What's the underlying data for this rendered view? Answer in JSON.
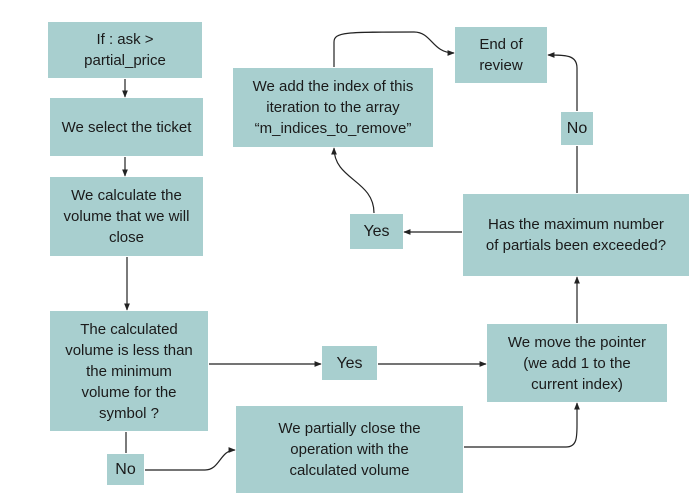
{
  "flowchart": {
    "nodes": {
      "if_ask": "If : ask >\npartial_price",
      "select_ticket": "We select the ticket",
      "calc_volume": "We calculate the\nvolume that we will\nclose",
      "volume_check": "The calculated\nvolume is less than\nthe minimum\nvolume for the\nsymbol ?",
      "no_lower": "No",
      "partial_close": "We partially close the\noperation with the\ncalculated volume",
      "yes_middle": "Yes",
      "move_pointer": "We move the pointer\n(we add 1 to the\ncurrent index)",
      "max_partials": "Has the maximum number\nof partials been exceeded?",
      "yes_upper": "Yes",
      "add_index": "We add the index of this\niteration to the array\n“m_indices_to_remove”",
      "no_upper": "No",
      "end_review": "End of\nreview"
    }
  },
  "colors": {
    "node_fill": "#a8cfcf",
    "connector": "#222222"
  }
}
